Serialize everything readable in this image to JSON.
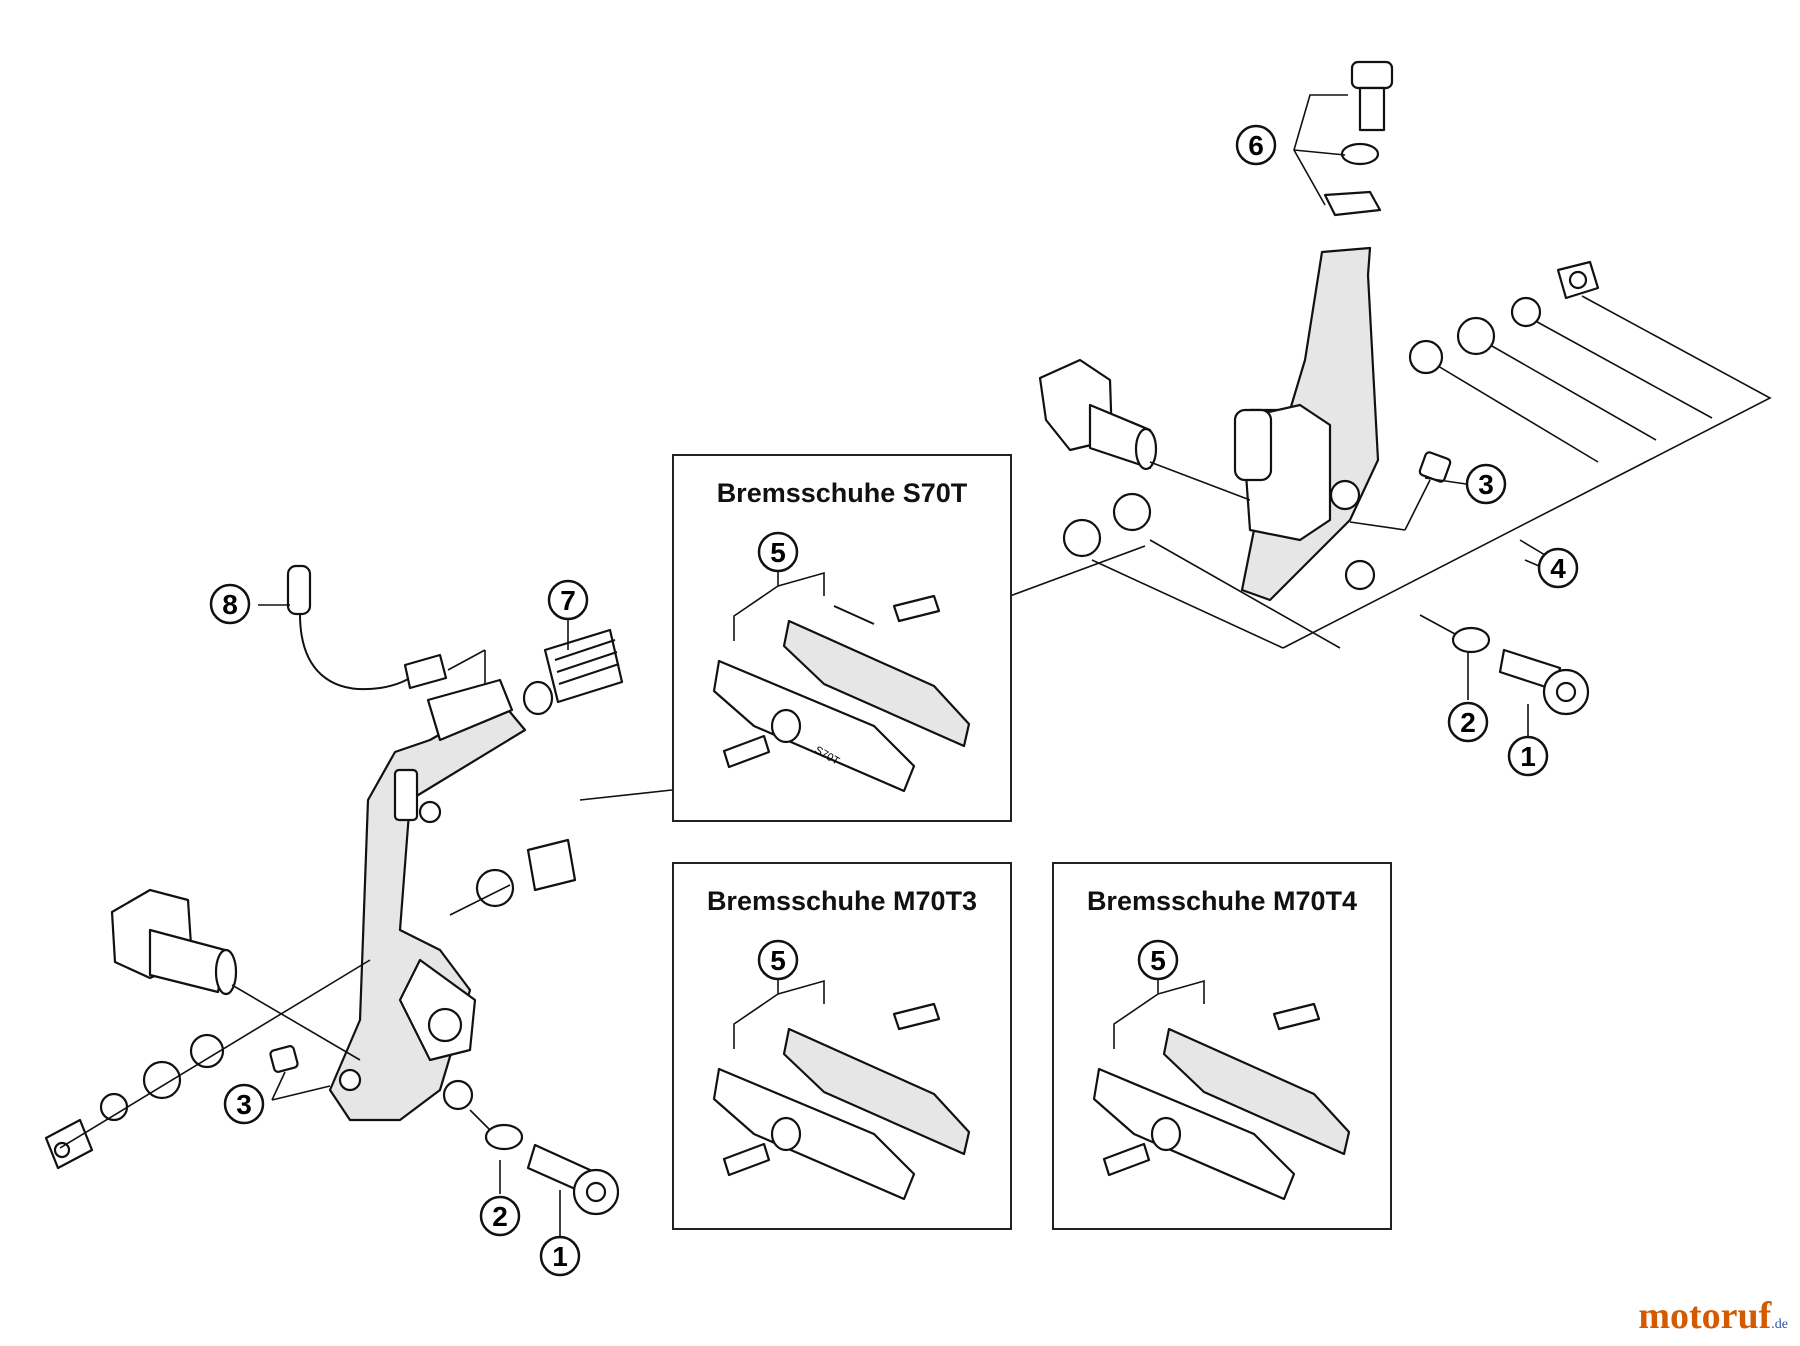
{
  "boxes": {
    "s70t": {
      "title": "Bremsschuhe S70T",
      "part": "5",
      "imprint": "S70T"
    },
    "m70t3": {
      "title": "Bremsschuhe M70T3",
      "part": "5"
    },
    "m70t4": {
      "title": "Bremsschuhe M70T4",
      "part": "5"
    }
  },
  "callouts": {
    "left_1": "1",
    "left_2": "2",
    "left_3": "3",
    "left_7": "7",
    "left_8": "8",
    "right_1": "1",
    "right_2": "2",
    "right_3": "3",
    "right_4": "4",
    "right_6": "6"
  },
  "watermark": {
    "brand": "motoruf",
    "tld": ".de"
  }
}
